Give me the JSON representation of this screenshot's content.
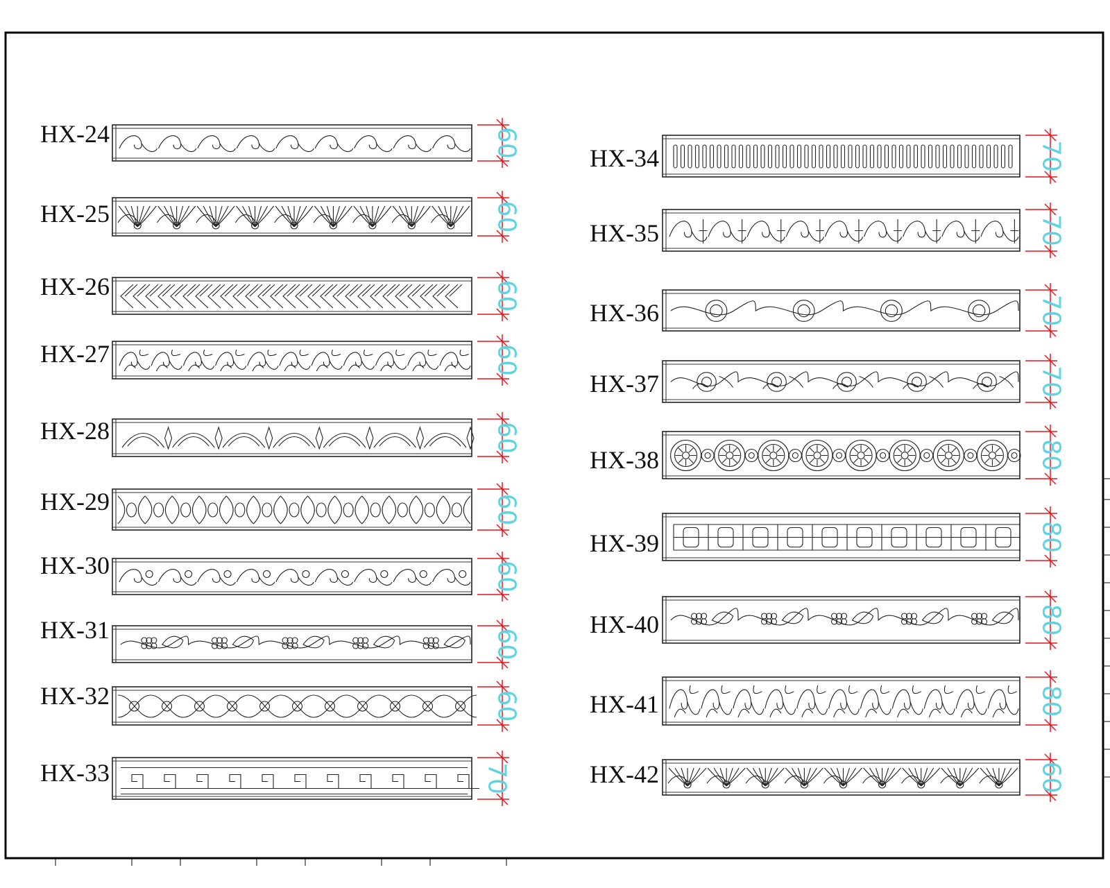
{
  "colors": {
    "dimension_text": "#5fd3e0",
    "dimension_line": "#e8141b",
    "line": "#222222"
  },
  "moldings": [
    {
      "label": "HX-24",
      "dim": "60",
      "pattern": "scroll-vine"
    },
    {
      "label": "HX-25",
      "dim": "60",
      "pattern": "acanthus-fan"
    },
    {
      "label": "HX-26",
      "dim": "60",
      "pattern": "braid"
    },
    {
      "label": "HX-27",
      "dim": "60",
      "pattern": "dense-foliage"
    },
    {
      "label": "HX-28",
      "dim": "60",
      "pattern": "leaf-arc"
    },
    {
      "label": "HX-29",
      "dim": "60",
      "pattern": "oval-diamond"
    },
    {
      "label": "HX-30",
      "dim": "60",
      "pattern": "floral-scroll"
    },
    {
      "label": "HX-31",
      "dim": "60",
      "pattern": "grape-vine"
    },
    {
      "label": "HX-32",
      "dim": "60",
      "pattern": "guilloche"
    },
    {
      "label": "HX-33",
      "dim": "70",
      "pattern": "greek-key"
    },
    {
      "label": "HX-34",
      "dim": "70",
      "pattern": "flutes"
    },
    {
      "label": "HX-35",
      "dim": "70",
      "pattern": "scroll-fleur"
    },
    {
      "label": "HX-36",
      "dim": "70",
      "pattern": "rosette-vine"
    },
    {
      "label": "HX-37",
      "dim": "70",
      "pattern": "rose-vine"
    },
    {
      "label": "HX-38",
      "dim": "80",
      "pattern": "rosettes"
    },
    {
      "label": "HX-39",
      "dim": "80",
      "pattern": "lattice"
    },
    {
      "label": "HX-40",
      "dim": "80",
      "pattern": "grape-leaf"
    },
    {
      "label": "HX-41",
      "dim": "80",
      "pattern": "dense-foliage"
    },
    {
      "label": "HX-42",
      "dim": "60",
      "pattern": "acanthus-fan"
    }
  ]
}
